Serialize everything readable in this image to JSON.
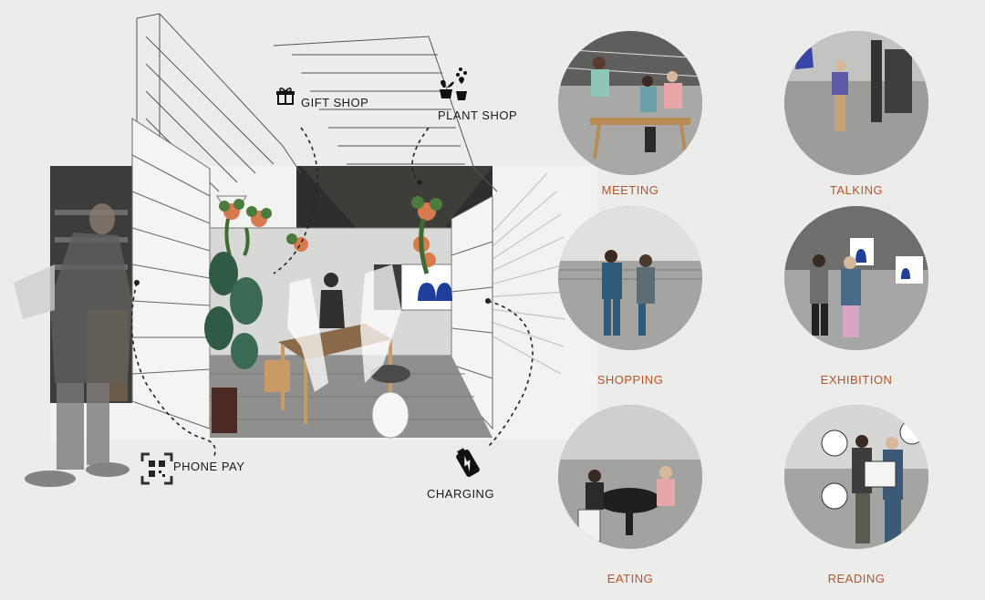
{
  "callouts": {
    "gift_shop": "GIFT SHOP",
    "plant_shop": "PLANT SHOP",
    "phone_pay": "PHONE PAY",
    "charging": "CHARGING"
  },
  "scenes": [
    {
      "label": "MEETING"
    },
    {
      "label": "TALKING"
    },
    {
      "label": "SHOPPING"
    },
    {
      "label": "EXHIBITION"
    },
    {
      "label": "EATING"
    },
    {
      "label": "READING"
    }
  ],
  "colors": {
    "background": "#ececea",
    "scene_label": "#b5552a",
    "callout_text": "#1a1a1a"
  },
  "icons": [
    "gift-icon",
    "plant-icon",
    "qr-code-icon",
    "battery-charging-icon"
  ]
}
